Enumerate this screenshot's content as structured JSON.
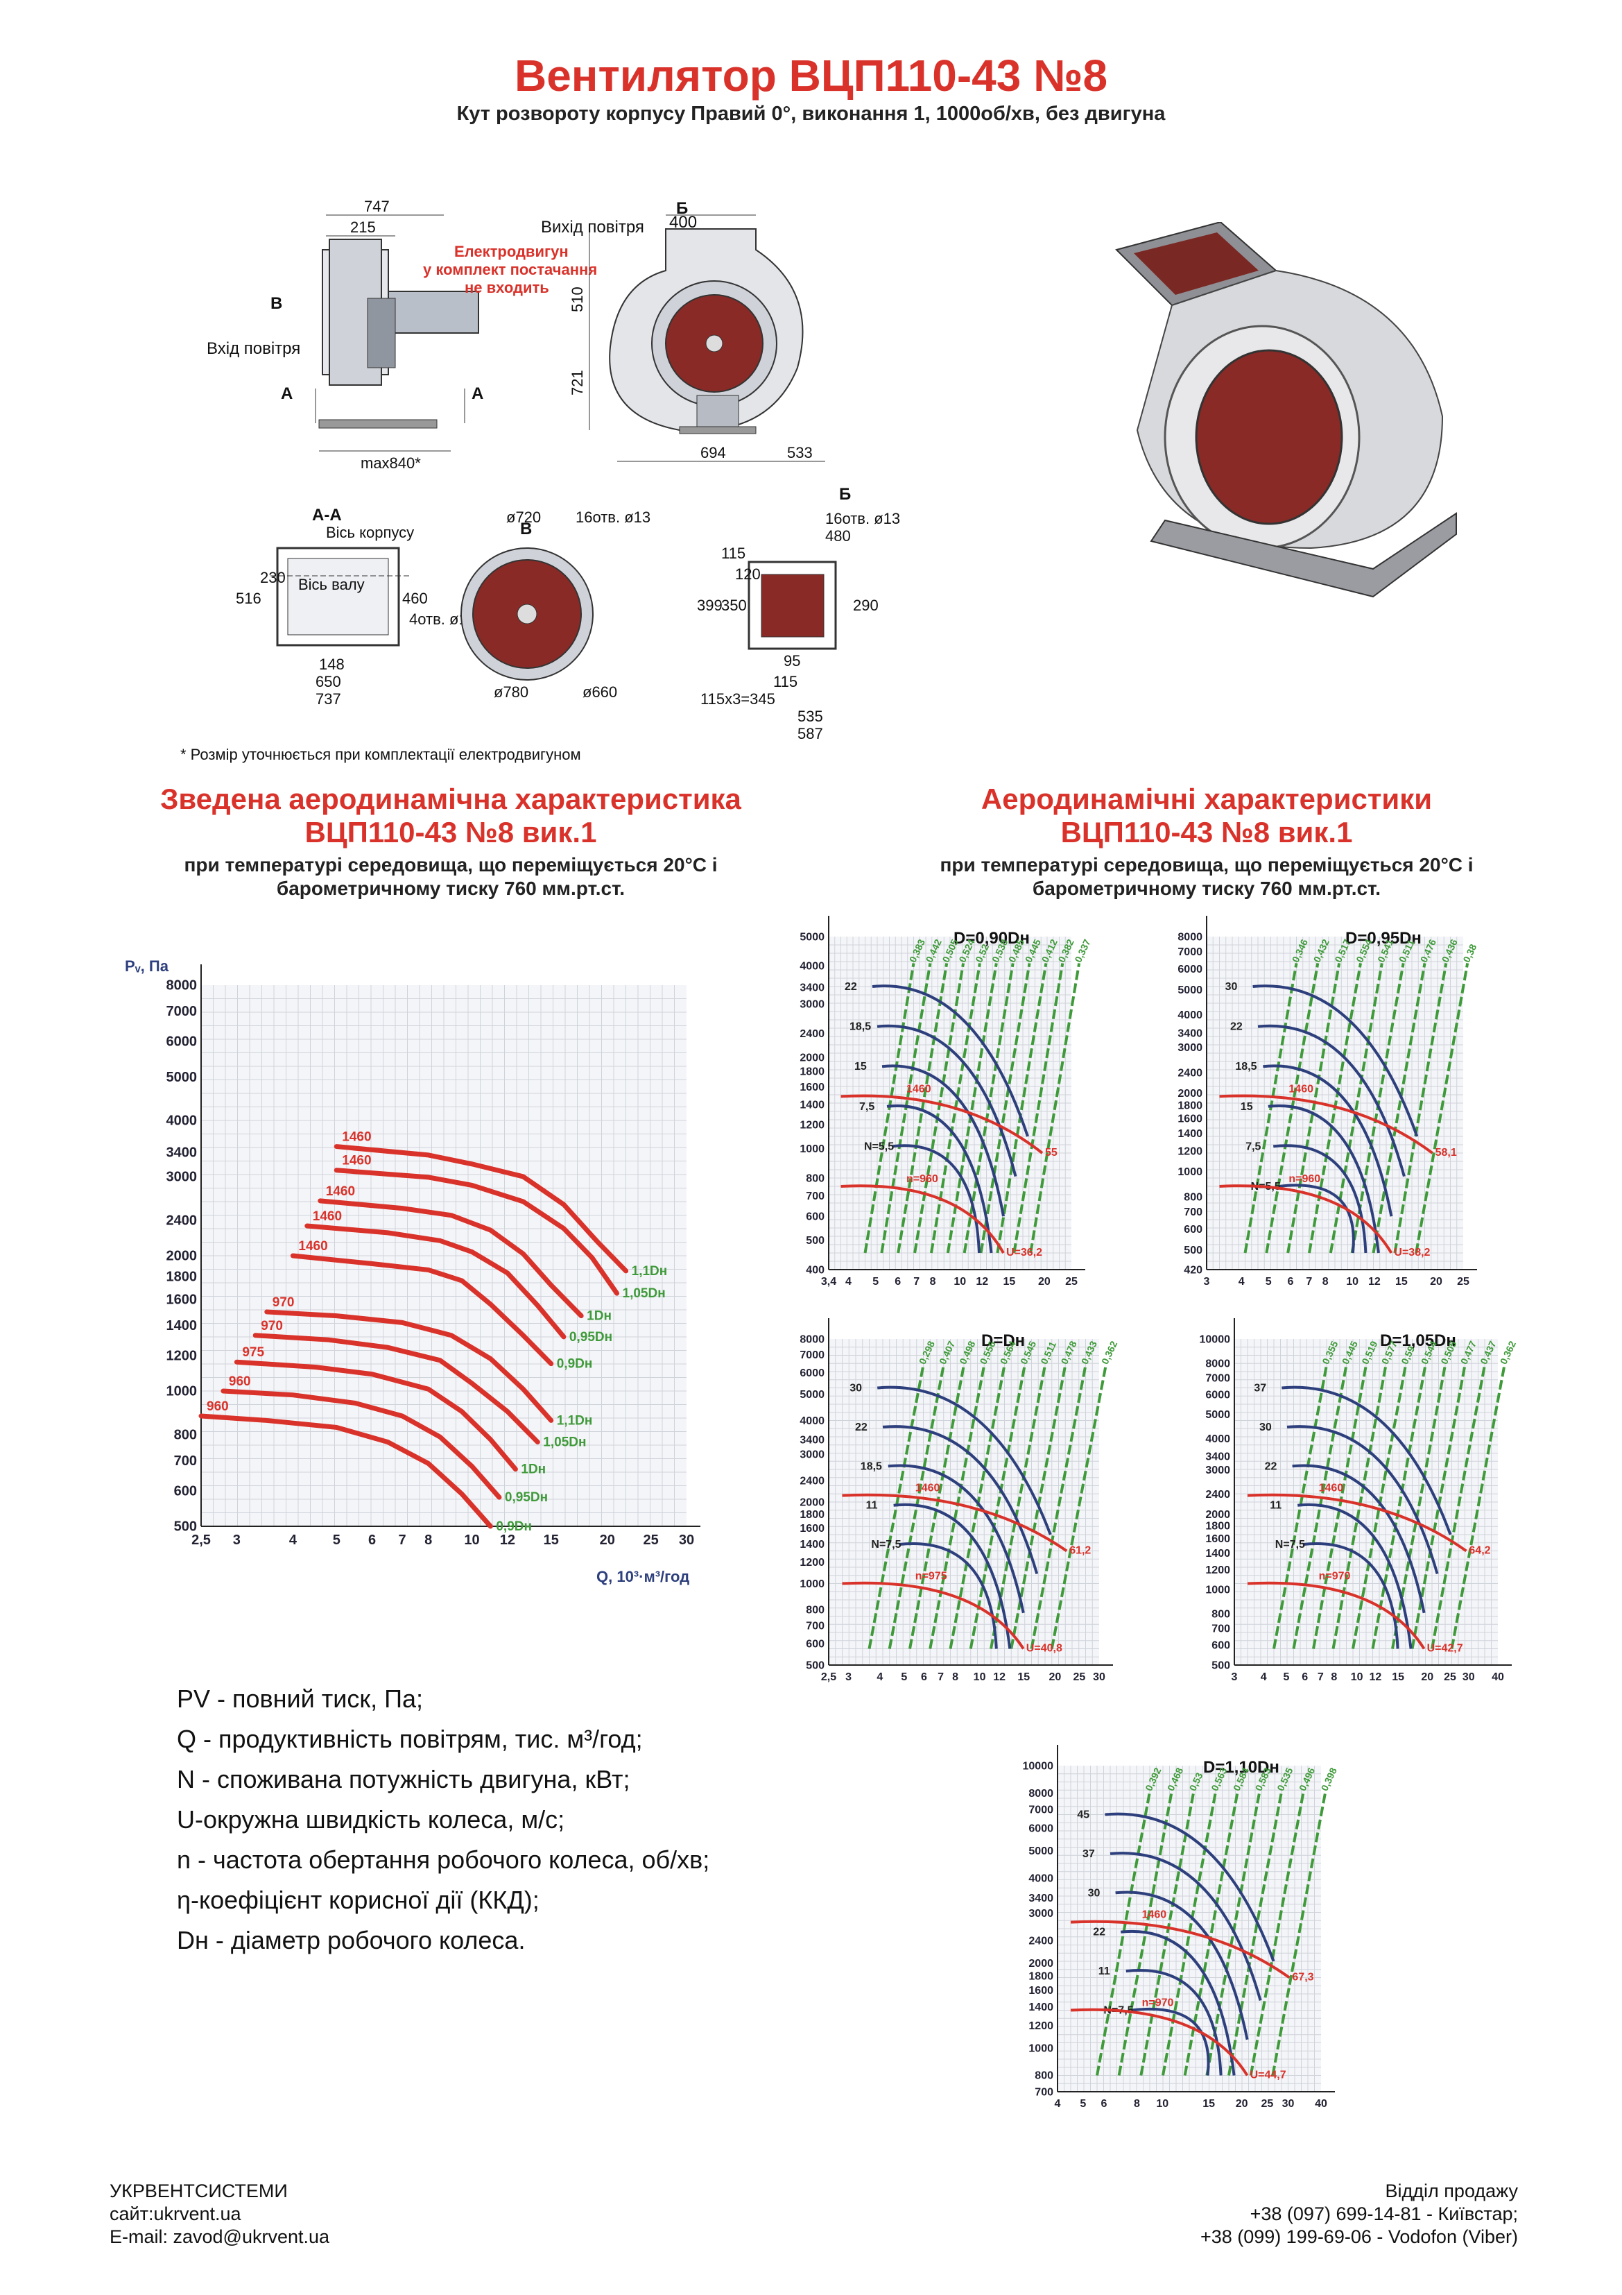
{
  "header": {
    "title": "Вентилятор ВЦП110-43 №8",
    "subtitle": "Кут розвороту корпусу Правий 0°, виконання 1, 1000об/хв, без двигуна"
  },
  "drawing": {
    "side_labels": {
      "vb": "В",
      "vhid": "Вхід повітря",
      "a": "А",
      "dims_top": [
        "747",
        "215"
      ],
      "dim_bottom": "max840*",
      "motor_note": [
        "Електродвигун",
        "у комплект постачання",
        "не входить"
      ]
    },
    "front_labels": {
      "b": "Б",
      "vyhid": "Вихід повітря",
      "dims": [
        "400",
        "510",
        "721",
        "694",
        "533"
      ]
    },
    "aa": {
      "title": "А-А",
      "axis_body": "Вісь корпусу",
      "axis_shaft": "Вісь валу",
      "dims": [
        "516",
        "230",
        "460",
        "148",
        "650",
        "737"
      ],
      "holes": "4отв. ø17"
    },
    "v": {
      "title": "В",
      "d1": "ø720",
      "holes": "16отв. ø13",
      "d2": "ø780",
      "d3": "ø660"
    },
    "b": {
      "title": "Б",
      "holes": "16отв. ø13",
      "dims": [
        "480",
        "115",
        "120",
        "399",
        "350",
        "290",
        "95",
        "115",
        "115x3=345",
        "535",
        "587"
      ]
    },
    "footnote": "* Розмір уточнюється при комплектації електродвигуном"
  },
  "left_section": {
    "title_l1": "Зведена аеродинамічна характеристика",
    "title_l2": "ВЦП110-43 №8 вик.1",
    "sub_l1": "при температурі середовища, що переміщується 20°С і",
    "sub_l2": "барометричному тиску 760 мм.рт.ст."
  },
  "right_section": {
    "title_l1": "Аеродинамічні характеристики",
    "title_l2": "ВЦП110-43 №8 вик.1",
    "sub_l1": "при температурі середовища, що переміщується 20°С і",
    "sub_l2": "барометричному тиску 760 мм.рт.ст."
  },
  "legend": [
    "PV - повний тиск, Па;",
    "Q - продуктивність повітрям, тис. м³/год;",
    "N - споживана потужність двигуна, кВт;",
    "U-окружна швидкість колеса, м/с;",
    "n - частота обертання робочого колеса, об/хв;",
    "η-коефіцієнт корисної дії (ККД);",
    "Dн - діаметр робочого колеса."
  ],
  "footer": {
    "left": [
      "УКРВЕНТСИСТЕМИ",
      "сайт:ukrvent.ua",
      "E-mail: zavod@ukrvent.ua"
    ],
    "right": [
      "Відділ продажу",
      "+38 (097) 699-14-81 - Київстар;",
      "+38 (099) 199-69-06 - Vodofon (Viber)"
    ]
  },
  "colors": {
    "accent": "#d9322a",
    "curve_blue": "#2d3f7c",
    "eff_green": "#3f9a3a",
    "grid": "#cfd3da"
  },
  "chart_data": [
    {
      "type": "line",
      "title": "",
      "xlabel": "Q, 10³·м³/год",
      "ylabel": "Pᵥ, Па",
      "x_ticks": [
        "2,5",
        "3",
        "4",
        "5",
        "6",
        "7",
        "8",
        "10",
        "12",
        "15",
        "20",
        "25",
        "30"
      ],
      "y_ticks": [
        "500",
        "600",
        "700",
        "800",
        "1000",
        "1200",
        "1400",
        "1600",
        "1800",
        "2000",
        "2400",
        "3000",
        "3400",
        "4000",
        "5000",
        "6000",
        "7000",
        "8000"
      ],
      "series": [
        {
          "name": "1,1Dн",
          "rpm": "1460",
          "x": [
            5,
            8,
            10,
            13,
            16,
            19,
            22
          ],
          "y": [
            3500,
            3350,
            3200,
            3000,
            2600,
            2150,
            1850
          ]
        },
        {
          "name": "1,05Dн",
          "rpm": "1460",
          "x": [
            5,
            8,
            10,
            13,
            16,
            18.5,
            21
          ],
          "y": [
            3100,
            2990,
            2870,
            2640,
            2300,
            1980,
            1650
          ]
        },
        {
          "name": "1Dн",
          "rpm": "1460",
          "x": [
            4.6,
            7,
            9,
            11,
            13,
            15,
            17.5
          ],
          "y": [
            2650,
            2550,
            2460,
            2280,
            2020,
            1720,
            1470
          ]
        },
        {
          "name": "0,95Dн",
          "rpm": "1460",
          "x": [
            4.3,
            6.5,
            8.5,
            10,
            12,
            14,
            16
          ],
          "y": [
            2330,
            2250,
            2160,
            2040,
            1830,
            1550,
            1320
          ]
        },
        {
          "name": "0,9Dн",
          "rpm": "1460",
          "x": [
            4,
            6,
            8,
            9.5,
            11,
            13,
            15
          ],
          "y": [
            2000,
            1920,
            1860,
            1760,
            1560,
            1330,
            1150
          ]
        },
        {
          "name": "1,1Dн",
          "rpm": "970",
          "x": [
            3.5,
            5,
            7,
            9,
            11,
            13,
            15
          ],
          "y": [
            1500,
            1470,
            1420,
            1330,
            1180,
            1010,
            860
          ]
        },
        {
          "name": "1,05Dн",
          "rpm": "970",
          "x": [
            3.3,
            4.8,
            6.5,
            8.5,
            10,
            12,
            14
          ],
          "y": [
            1330,
            1300,
            1250,
            1170,
            1040,
            900,
            770
          ]
        },
        {
          "name": "1Dн",
          "rpm": "975",
          "x": [
            3,
            4.5,
            6,
            8,
            9.5,
            11,
            12.5
          ],
          "y": [
            1160,
            1130,
            1090,
            1010,
            900,
            780,
            670
          ]
        },
        {
          "name": "0,95Dн",
          "rpm": "960",
          "x": [
            2.8,
            4,
            5.5,
            7,
            8.5,
            10,
            11.5
          ],
          "y": [
            1000,
            980,
            940,
            880,
            790,
            680,
            580
          ]
        },
        {
          "name": "0,9Dн",
          "rpm": "960",
          "x": [
            2.5,
            3.5,
            5,
            6.5,
            8,
            9.5,
            11
          ],
          "y": [
            880,
            860,
            830,
            770,
            690,
            590,
            500
          ]
        }
      ]
    },
    {
      "type": "line",
      "title": "D=0,90Dн",
      "x_ticks": [
        "3,4",
        "4",
        "5",
        "6",
        "7",
        "8",
        "10",
        "12",
        "15",
        "20",
        "25"
      ],
      "y_ticks": [
        "400",
        "500",
        "600",
        "700",
        "800",
        "1000",
        "1200",
        "1400",
        "1600",
        "1800",
        "2000",
        "2400",
        "3000",
        "3400",
        "4000",
        "5000"
      ],
      "n_labels": [
        "22",
        "18,5",
        "15",
        "7,5",
        "N=5,5"
      ],
      "rpm": [
        "1460",
        "n=960"
      ],
      "u_labels": [
        "55",
        "U=36,2"
      ],
      "eff": [
        "0,383",
        "0,442",
        "0,505",
        "0,524",
        "0,52",
        "0,538",
        "0,485",
        "0,445",
        "0,412",
        "0,382",
        "0,337"
      ]
    },
    {
      "type": "line",
      "title": "D=0,95Dн",
      "x_ticks": [
        "3",
        "4",
        "5",
        "6",
        "7",
        "8",
        "10",
        "12",
        "15",
        "20",
        "25"
      ],
      "y_ticks": [
        "420",
        "500",
        "600",
        "700",
        "800",
        "1000",
        "1200",
        "1400",
        "1600",
        "1800",
        "2000",
        "2400",
        "3000",
        "3400",
        "4000",
        "5000",
        "6000",
        "7000",
        "8000"
      ],
      "n_labels": [
        "30",
        "22",
        "18,5",
        "15",
        "7,5",
        "N=5,5"
      ],
      "rpm": [
        "1460",
        "n=960"
      ],
      "u_labels": [
        "58,1",
        "U=38,2"
      ],
      "eff": [
        "0,346",
        "0,432",
        "0,517",
        "0,554",
        "0,541",
        "0,511",
        "0,476",
        "0,436",
        "0,38"
      ]
    },
    {
      "type": "line",
      "title": "D=Dн",
      "x_ticks": [
        "2,5",
        "3",
        "4",
        "5",
        "6",
        "7",
        "8",
        "10",
        "12",
        "15",
        "20",
        "25",
        "30"
      ],
      "y_ticks": [
        "500",
        "600",
        "700",
        "800",
        "1000",
        "1200",
        "1400",
        "1600",
        "1800",
        "2000",
        "2400",
        "3000",
        "3400",
        "4000",
        "5000",
        "6000",
        "7000",
        "8000"
      ],
      "n_labels": [
        "30",
        "22",
        "18,5",
        "11",
        "N=7,5"
      ],
      "rpm": [
        "1460",
        "n=975"
      ],
      "u_labels": [
        "61,2",
        "U=40,8"
      ],
      "eff": [
        "0,298",
        "0,407",
        "0,498",
        "0,556",
        "0,564",
        "0,545",
        "0,511",
        "0,478",
        "0,433",
        "0,362"
      ]
    },
    {
      "type": "line",
      "title": "D=1,05Dн",
      "x_ticks": [
        "3",
        "4",
        "5",
        "6",
        "7",
        "8",
        "10",
        "12",
        "15",
        "20",
        "25",
        "30",
        "40"
      ],
      "y_ticks": [
        "500",
        "600",
        "700",
        "800",
        "1000",
        "1200",
        "1400",
        "1600",
        "1800",
        "2000",
        "2400",
        "3000",
        "3400",
        "4000",
        "5000",
        "6000",
        "7000",
        "8000",
        "10000"
      ],
      "n_labels": [
        "37",
        "30",
        "22",
        "11",
        "N=7,5"
      ],
      "rpm": [
        "1460",
        "n=970"
      ],
      "u_labels": [
        "64,2",
        "U=42,7"
      ],
      "eff": [
        "0,355",
        "0,445",
        "0,519",
        "0,577",
        "0,59",
        "0,544",
        "0,505",
        "0,477",
        "0,437",
        "0,362"
      ]
    },
    {
      "type": "line",
      "title": "D=1,10Dн",
      "x_ticks": [
        "4",
        "5",
        "6",
        "8",
        "10",
        "15",
        "20",
        "25",
        "30",
        "40"
      ],
      "y_ticks": [
        "700",
        "800",
        "1000",
        "1200",
        "1400",
        "1600",
        "1800",
        "2000",
        "2400",
        "3000",
        "3400",
        "4000",
        "5000",
        "6000",
        "7000",
        "8000",
        "10000"
      ],
      "n_labels": [
        "45",
        "37",
        "30",
        "22",
        "11",
        "N=7,5"
      ],
      "rpm": [
        "1460",
        "n=970"
      ],
      "u_labels": [
        "67,3",
        "U=44,7"
      ],
      "eff": [
        "0,392",
        "0,468",
        "0,53",
        "0,563",
        "0,584",
        "0,583",
        "0,535",
        "0,496",
        "0,398"
      ]
    }
  ]
}
